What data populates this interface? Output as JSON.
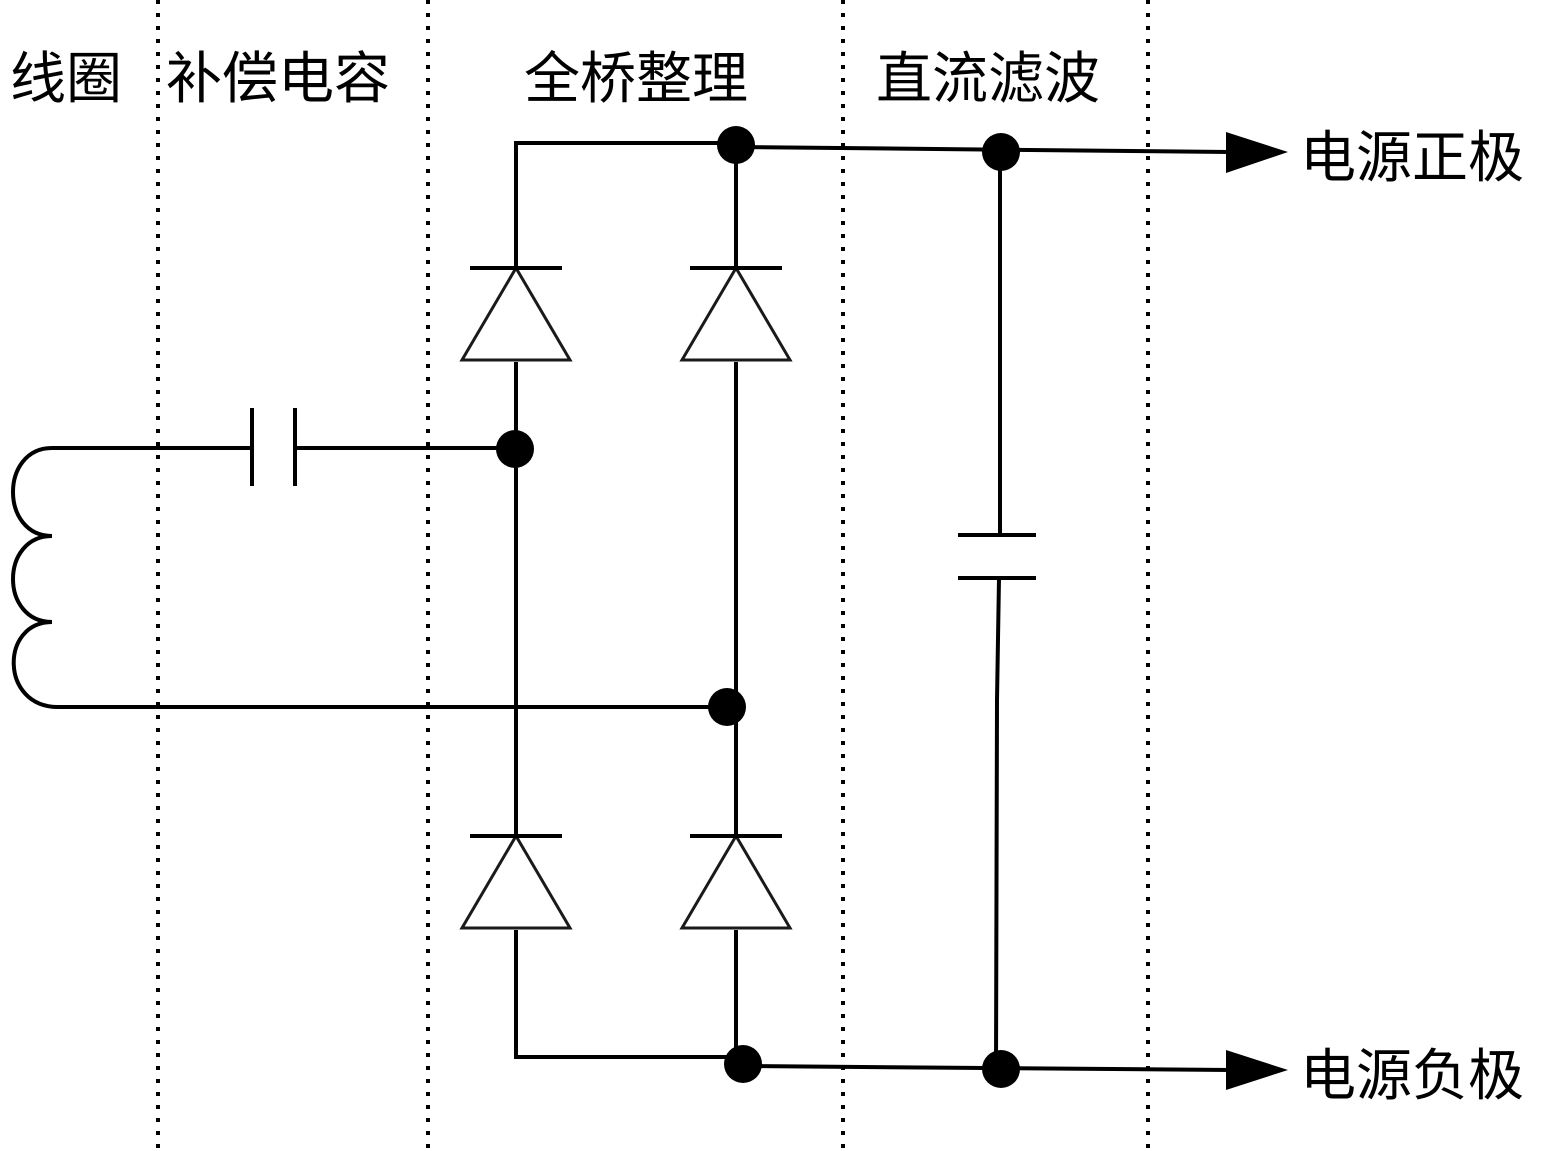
{
  "sections": {
    "coil": "线圈",
    "compensation_capacitor": "补偿电容",
    "full_bridge_rectifier": "全桥整理",
    "dc_filter": "直流滤波"
  },
  "outputs": {
    "positive": "电源正极",
    "negative": "电源负极"
  },
  "colors": {
    "line": "#000000",
    "background": "#ffffff"
  }
}
